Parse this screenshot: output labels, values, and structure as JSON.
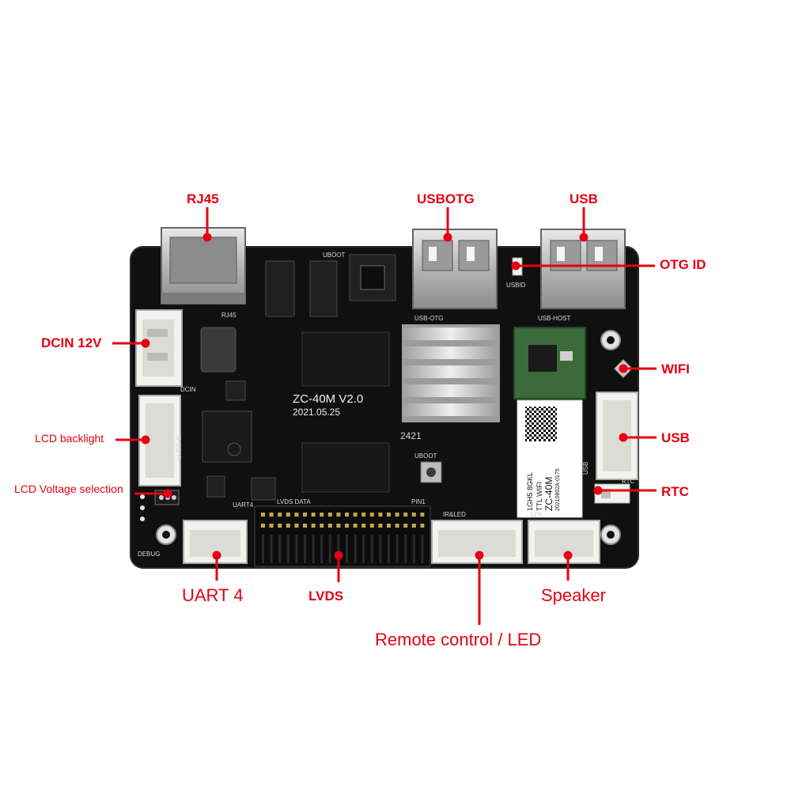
{
  "labels": {
    "rj45": "RJ45",
    "usbotg": "USBOTG",
    "usb_top": "USB",
    "otg_id": "OTG ID",
    "dcin": "DCIN 12V",
    "wifi": "WIFI",
    "lcd_backlight": "LCD backlight",
    "usb_right": "USB",
    "lcd_voltage": "LCD Voltage selection",
    "rtc": "RTC",
    "uart4": "UART 4",
    "lvds": "LVDS",
    "speaker": "Speaker",
    "remote_led": "Remote control /  LED"
  },
  "board": {
    "model": "ZC-40M V2.0",
    "date": "2021.05.25",
    "silk_rj45": "RJ45",
    "silk_uboot_top": "UBOOT",
    "silk_usb_otg": "USB-OTG",
    "silk_usb_host": "USB-HOST",
    "silk_usbid": "USBID",
    "silk_dcin": "DCIN",
    "silk_lvds_bl": "LVDS-BL",
    "silk_uart4": "UART4",
    "silk_lvds_data": "LVDS DATA",
    "silk_pin1": "PIN1",
    "silk_ir_led": "IR&LED",
    "silk_spk": "SPK",
    "silk_debug": "DEBUG",
    "silk_uboot": "UBOOT",
    "silk_usb": "USB",
    "silk_rtc": "RTC",
    "silk_code": "2421"
  },
  "sticker": {
    "line1": "1GH5 8GKL",
    "line2": "TTL WIFI",
    "line3": "ZC-40M",
    "line4": "20210802A-0175"
  },
  "colors": {
    "label": "#e60012",
    "board": "#101010",
    "silkscreen": "#d8d8d8",
    "connector": "#f2f2ee",
    "metal": "#c8c8c8",
    "wifi_module": "#3c6b3a"
  }
}
